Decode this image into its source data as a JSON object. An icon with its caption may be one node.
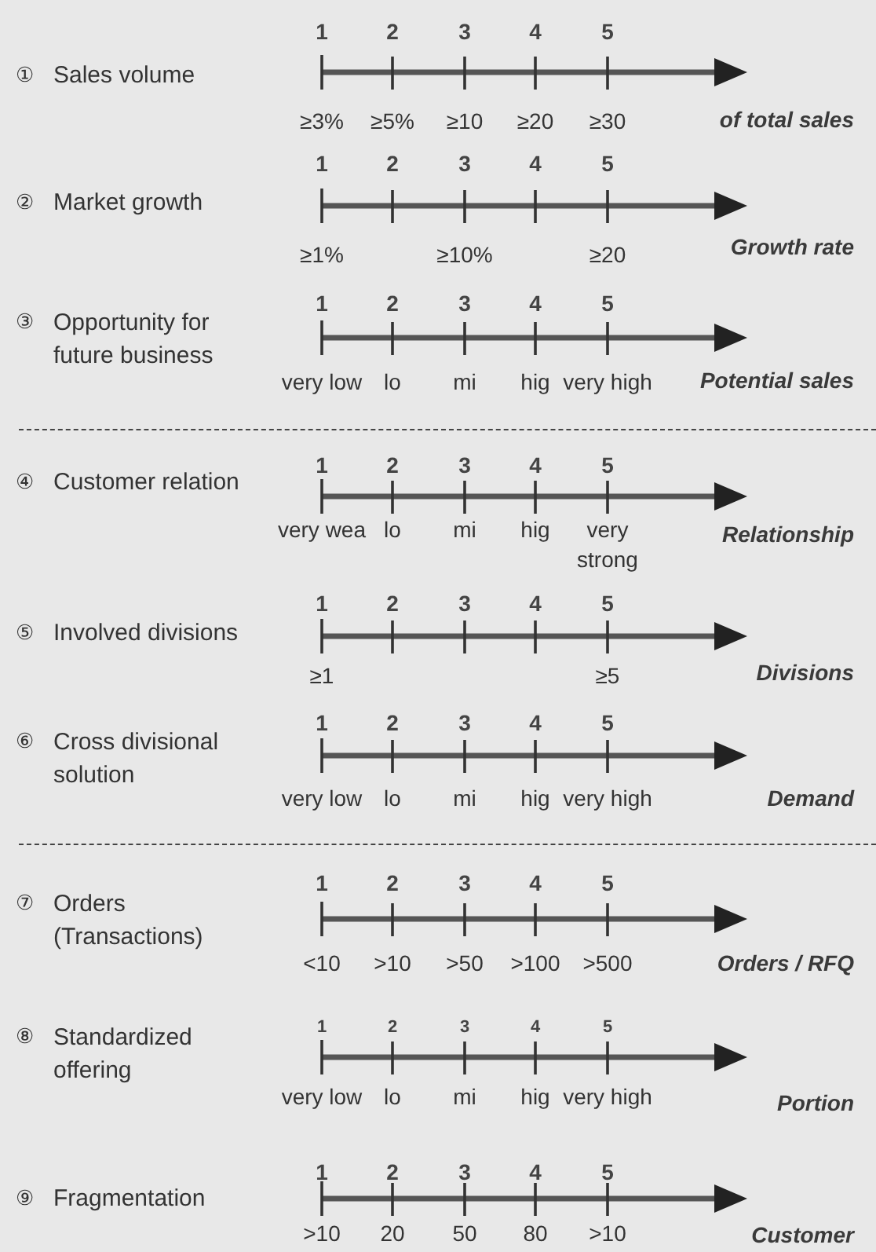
{
  "diagram": {
    "labels": [
      "1",
      "2",
      "3",
      "4",
      "5",
      "①",
      "Sales volume",
      "≥3%",
      "≥5%",
      "≥10",
      "≥20",
      "≥30",
      "of total sales",
      "1",
      "2",
      "3",
      "4",
      "5",
      "②",
      "Market growth",
      "≥1%",
      "≥10%",
      "≥20",
      "Growth rate",
      "1",
      "2",
      "3",
      "4",
      "5",
      "③",
      "Opportunity for future business",
      "very low",
      "lo",
      "mi",
      "hig",
      "very high",
      "Potential sales",
      "1",
      "2",
      "3",
      "4",
      "5",
      "④",
      "Customer relation",
      "very wea",
      "lo",
      "mi",
      "hig",
      "very strong",
      "Relationship",
      "1",
      "2",
      "3",
      "4",
      "5",
      "⑤",
      "Involved divisions",
      "≥1",
      "≥5",
      "Divisions",
      "1",
      "2",
      "3",
      "4",
      "5",
      "⑥",
      "Cross divisional solution",
      "very low",
      "lo",
      "mi",
      "hig",
      "very high",
      "Demand",
      "1",
      "2",
      "3",
      "4",
      "5",
      "⑦",
      "Orders (Transactions)",
      "<10",
      ">10",
      ">50",
      ">100",
      ">500",
      "Orders / RFQ",
      "1",
      "2",
      "3",
      "4",
      "5",
      "⑧",
      "Standardized offering",
      "very low",
      "lo",
      "mi",
      "hig",
      "very high",
      "Portion",
      "1",
      "2",
      "3",
      "4",
      "5",
      "⑨",
      "Fragmentation",
      ">10",
      "20",
      "50",
      "80",
      ">10",
      "Customer"
    ]
  }
}
